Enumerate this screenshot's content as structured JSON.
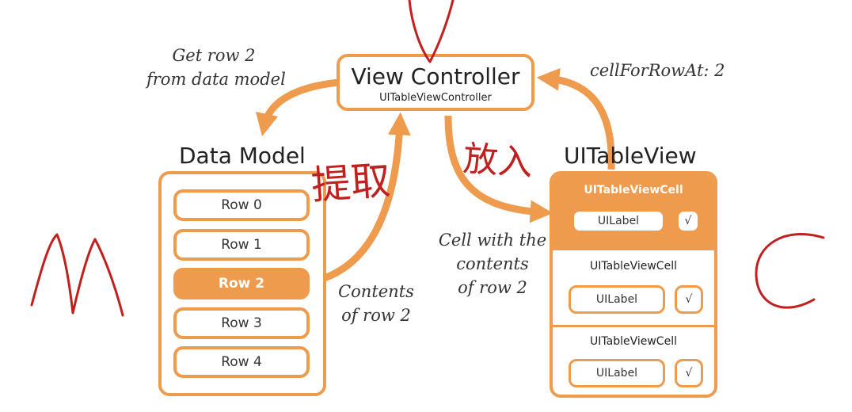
{
  "view_controller": {
    "title": "View Controller",
    "subtitle": "UITableViewController"
  },
  "data_model": {
    "title": "Data Model",
    "rows": [
      "Row 0",
      "Row 1",
      "Row 2",
      "Row 3",
      "Row 4"
    ],
    "selected_index": 2
  },
  "table_view": {
    "title": "UITableView",
    "cells": [
      {
        "name": "UITableViewCell",
        "label": "UILabel",
        "check": "√",
        "highlighted": true
      },
      {
        "name": "UITableViewCell",
        "label": "UILabel",
        "check": "√",
        "highlighted": false
      },
      {
        "name": "UITableViewCell",
        "label": "UILabel",
        "check": "√",
        "highlighted": false
      }
    ]
  },
  "captions": {
    "get_row_line1": "Get row 2",
    "get_row_line2": "from data model",
    "cell_for_row": "cellForRowAt: 2",
    "contents_line1": "Contents",
    "contents_line2": "of row 2",
    "cell_with_line1": "Cell with the",
    "cell_with_line2": "contents",
    "cell_with_line3": "of row 2"
  },
  "annotations": {
    "fetch": "提取",
    "put_in": "放入",
    "model_letter": "M",
    "controller_letter": "C"
  },
  "colors": {
    "accent": "#ef9b4e",
    "ink": "#c0201e",
    "text": "#222222"
  }
}
